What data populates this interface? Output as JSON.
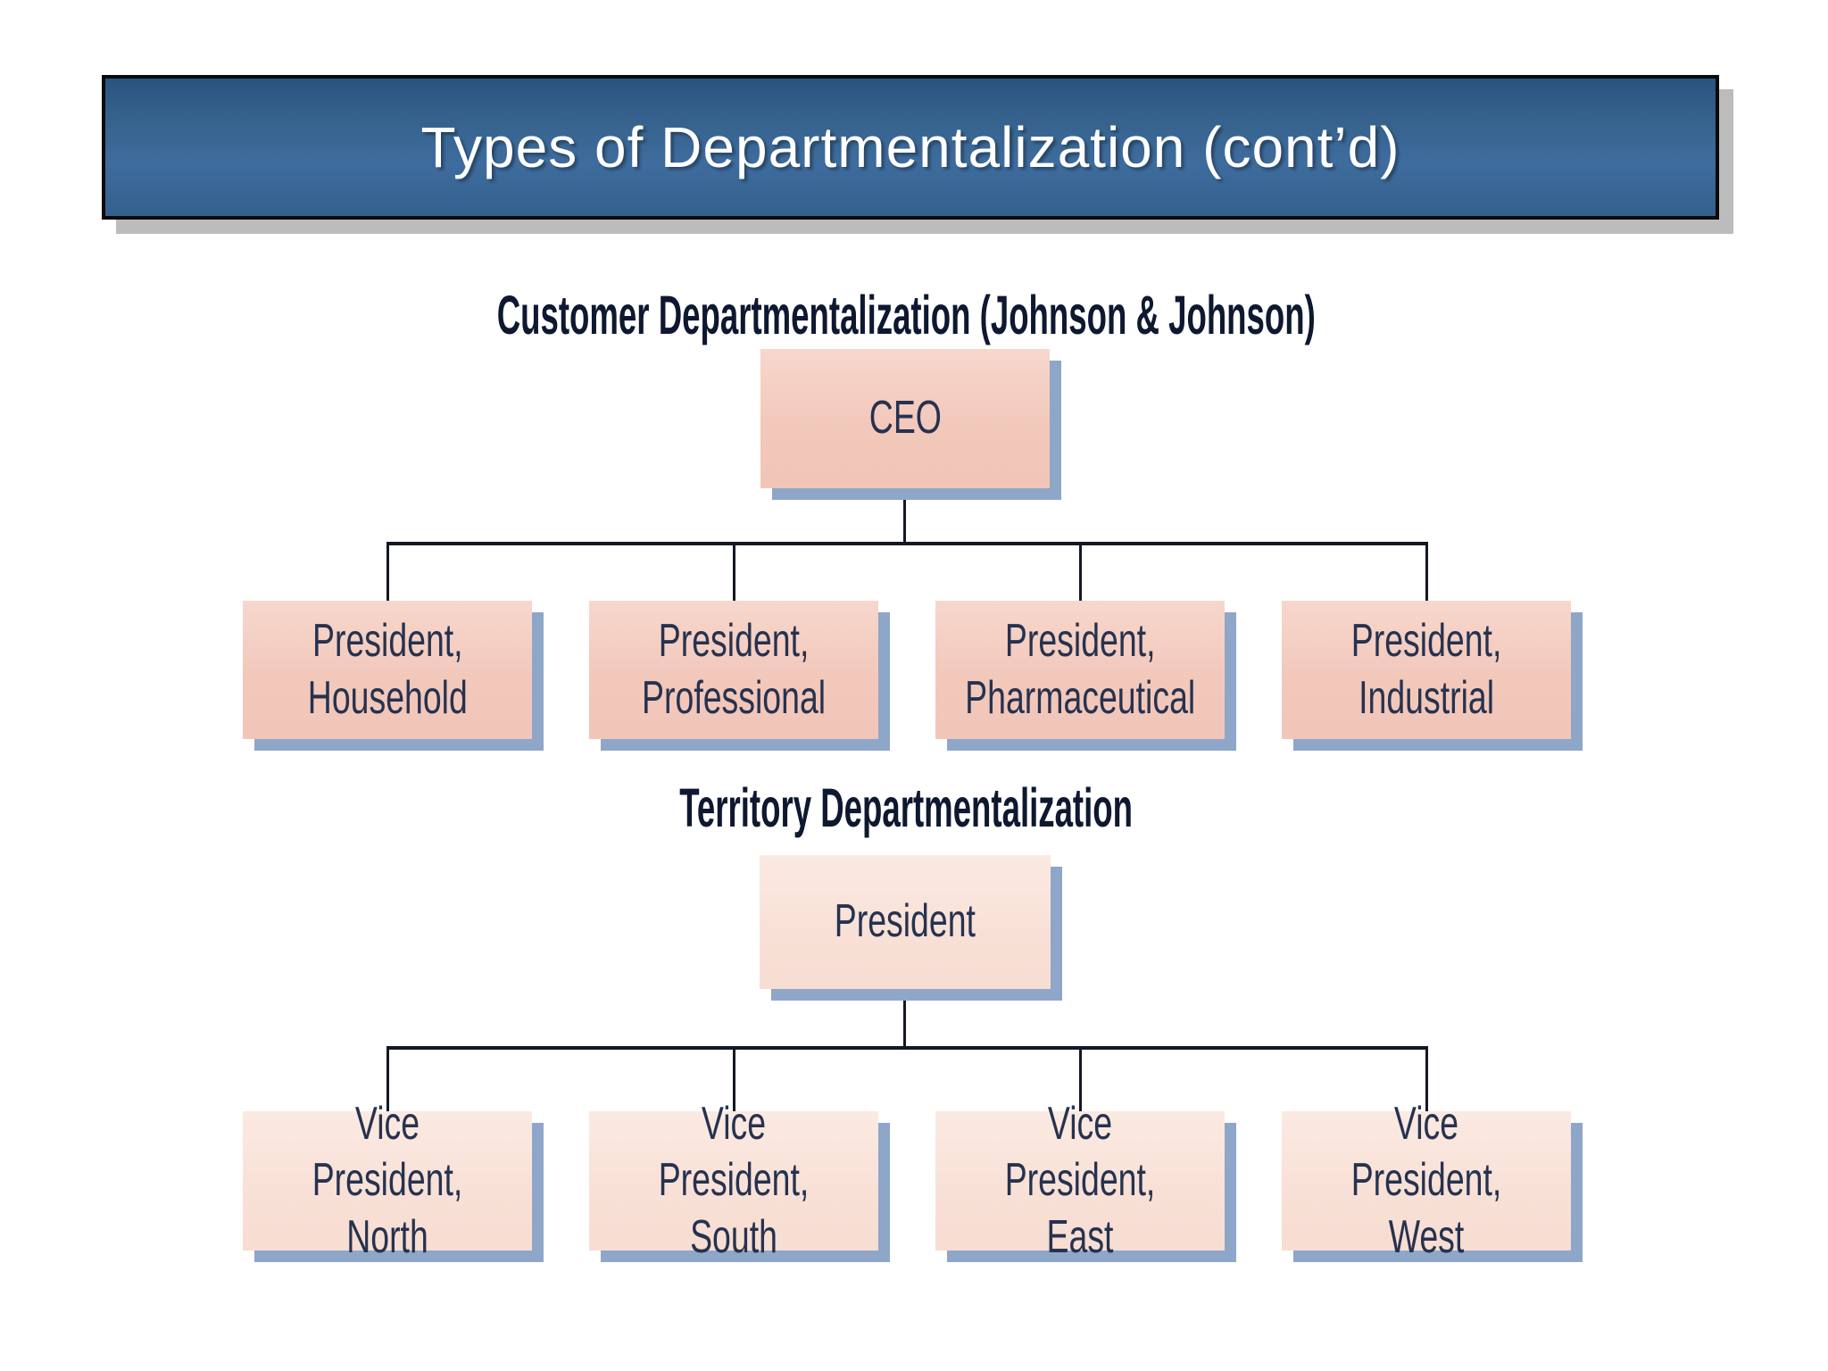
{
  "slide": {
    "title": "Types of Departmentalization (cont’d)"
  },
  "charts": [
    {
      "heading": "Customer Departmentalization (Johnson & Johnson)",
      "root_label": "CEO",
      "children": [
        "President,\nHousehold",
        "President,\nProfessional",
        "President,\nPharmaceutical",
        "President,\nIndustrial"
      ]
    },
    {
      "heading": "Territory Departmentalization",
      "root_label": "President",
      "children": [
        "Vice President,\nNorth",
        "Vice President,\nSouth",
        "Vice President,\nEast",
        "Vice President,\nWest"
      ]
    }
  ],
  "colors": {
    "banner_blue_top": "#2a547f",
    "banner_blue_bottom": "#3e6c9e",
    "banner_border": "#0a0a0a",
    "banner_shadow_gray": "#bcbcbc",
    "box_pink_customer": "#f2c8bb",
    "box_pink_territory": "#f8e0d6",
    "box_shadow_slate": "#8ea6c8",
    "connector_navy": "#141824",
    "heading_navy": "#0e1830",
    "box_text_navy": "#26324f",
    "title_text": "#ffffff",
    "page_background": "#ffffff"
  }
}
